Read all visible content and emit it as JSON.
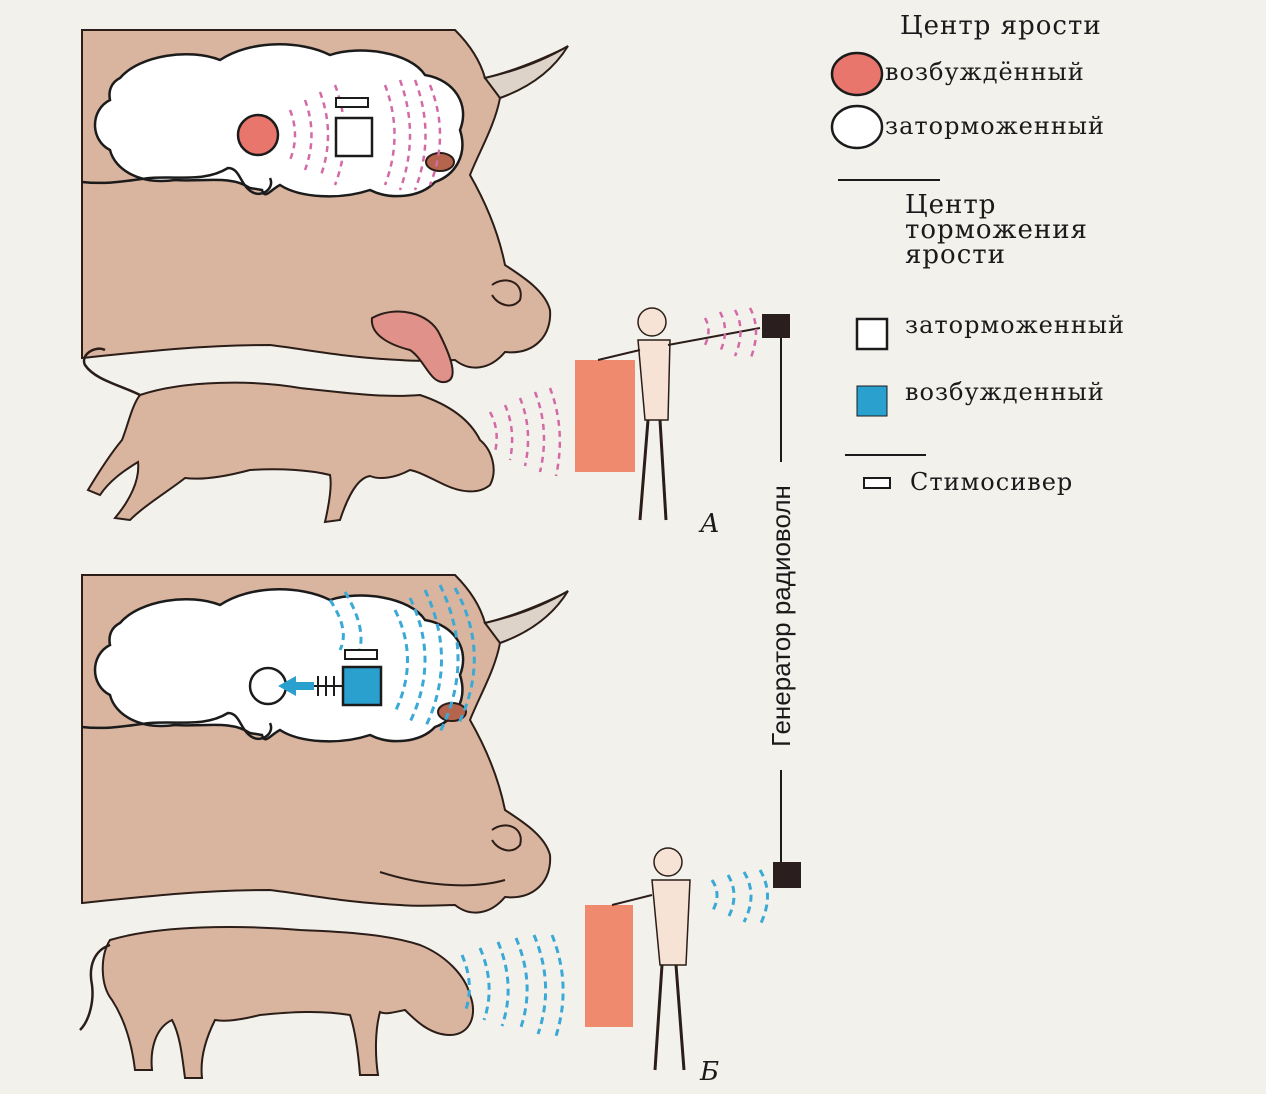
{
  "legend": {
    "rage_center_title": "Центр ярости",
    "rage_excited": "возбуждённый",
    "rage_inhibited": "заторможенный",
    "inhibition_center_title_line1": "Центр",
    "inhibition_center_title_line2": "торможения",
    "inhibition_center_title_line3": "ярости",
    "inhib_inhibited": "заторможенный",
    "inhib_excited": "возбужденный",
    "stimoceiver": "Стимосивер"
  },
  "generator_label": "Генератор радиоволн",
  "panels": {
    "a_label": "А",
    "b_label": "Б"
  },
  "colors": {
    "bull_skin": "#d9b49f",
    "bull_outline": "#2b1d17",
    "rage_red": "#e8766c",
    "inhibit_blue": "#2aa0cf",
    "pink_waves": "#d46aa5",
    "blue_waves": "#3aa9d6",
    "cape": "#f08a6e",
    "page": "#f3f1ec"
  }
}
